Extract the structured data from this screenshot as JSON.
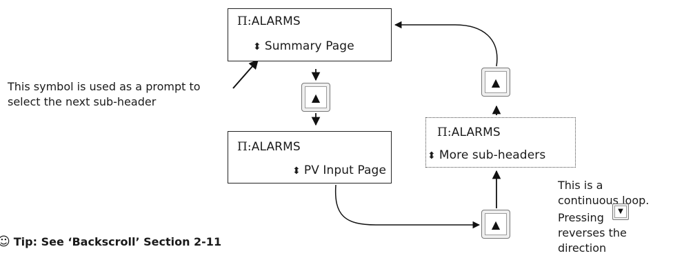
{
  "boxes": {
    "summary": {
      "title_prefix": "Π:",
      "title": "ALARMS",
      "updown_icon": "⬍",
      "subheader": "Summary Page"
    },
    "pv_input": {
      "title_prefix": "Π:",
      "title": "ALARMS",
      "updown_icon": "⬍",
      "subheader": "PV Input Page"
    },
    "more": {
      "title_prefix": "Π:",
      "title": "ALARMS",
      "updown_icon": "⬍",
      "subheader": "More sub-headers"
    }
  },
  "keys": {
    "up_symbol": "▲",
    "down_symbol": "▼"
  },
  "annotations": {
    "prompt_symbol": [
      "This symbol is used as a prompt to",
      "select the next sub-header"
    ],
    "loop": {
      "lines": [
        "This is a",
        "continuous loop."
      ],
      "pressing": "Pressing",
      "rest": [
        "reverses the",
        "direction"
      ]
    }
  },
  "tip": {
    "icon": "☺",
    "text": "Tip:  See ‘Backscroll’ Section 2-11"
  }
}
